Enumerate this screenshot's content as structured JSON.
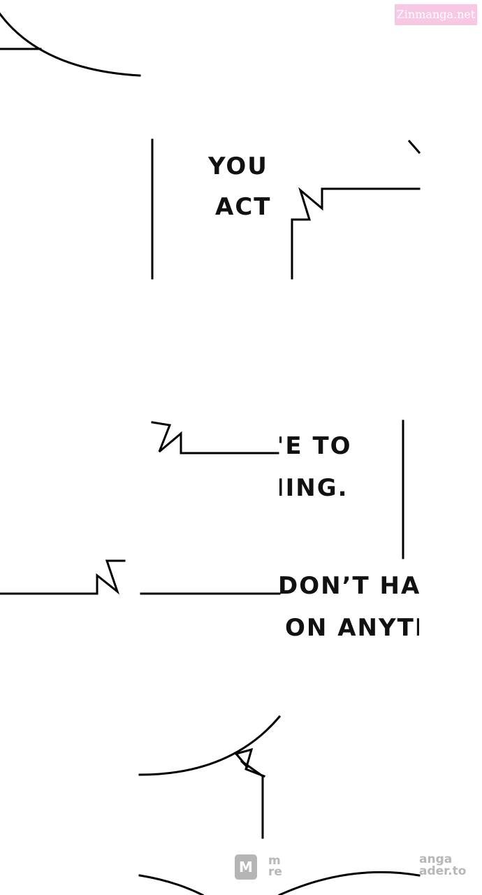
{
  "watermark_top": "Zinmanga.net",
  "tiles": {
    "a": {
      "line1": "YOU l",
      "line2": "ACT"
    },
    "b": {
      "line1": "'E TO",
      "line2": "IING."
    },
    "c": {
      "line1": "DON’T HAV",
      "line2": "ON ANYTH"
    }
  },
  "watermark_bottom": {
    "logo": "M",
    "left_line1": "m",
    "left_line2": "re",
    "right_line1": "anga",
    "right_line2": "ader.to"
  }
}
